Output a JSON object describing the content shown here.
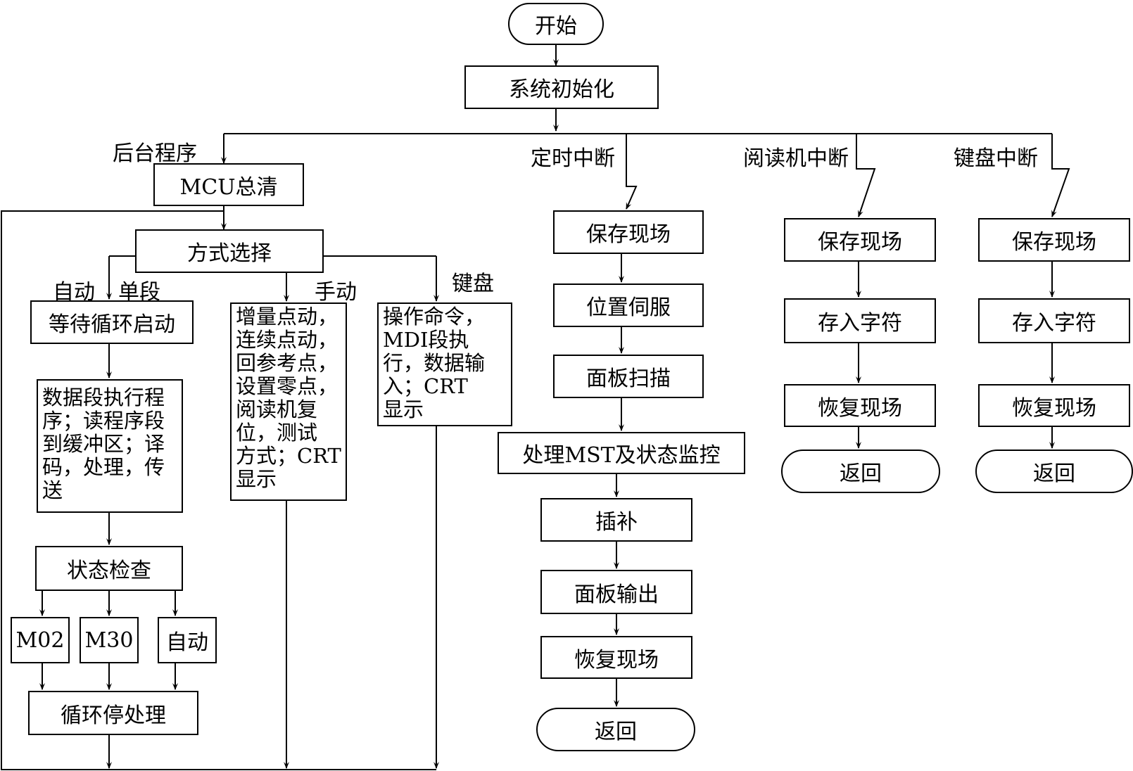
{
  "nodes": {
    "start": "开始",
    "init": "系统初始化",
    "mcu": "MCU总清",
    "mode": "方式选择",
    "wait": "等待循环启动",
    "exec": "数据段执行程\n序；读程序段\n到缓冲区；译\n码，处理，传\n送",
    "check": "状态检查",
    "m02": "M02",
    "m30": "M30",
    "auto2": "自动",
    "stop": "循环停处理",
    "manual_box": "增量点动，\n连续点动，\n回参考点，\n设置零点，\n阅读机复\n位，测试\n方式；CRT\n显示",
    "kbd_box": "操作命令，\nMDI段执\n行，数据输\n入；CRT\n显示",
    "t_save": "保存现场",
    "t_pos": "位置伺服",
    "t_scan": "面板扫描",
    "t_mst": "处理MST及状态监控",
    "t_interp": "插补",
    "t_out": "面板输出",
    "t_restore": "恢复现场",
    "t_ret": "返回",
    "r_save": "保存现场",
    "r_store": "存入字符",
    "r_restore": "恢复现场",
    "r_ret": "返回",
    "k_save": "保存现场",
    "k_store": "存入字符",
    "k_restore": "恢复现场",
    "k_ret": "返回"
  },
  "labels": {
    "background": "后台程序",
    "timer": "定时中断",
    "reader": "阅读机中断",
    "keyboard_int": "键盘中断",
    "auto": "自动",
    "single": "单段",
    "manual": "手动",
    "keyboard": "键盘"
  }
}
